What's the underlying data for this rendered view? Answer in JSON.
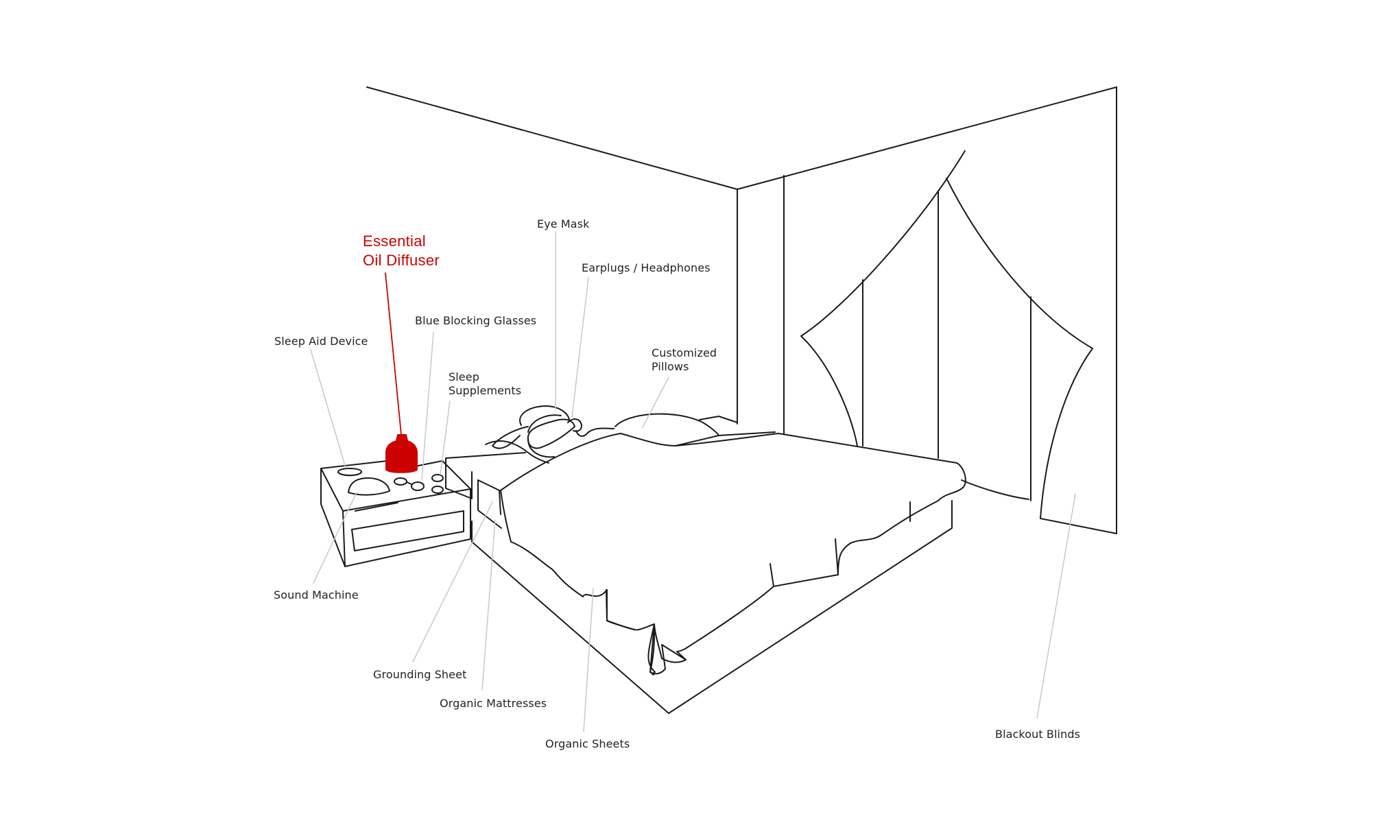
{
  "colors": {
    "line": "#1a1a1a",
    "leader": "#c8c8c8",
    "highlight": "#cc0000"
  },
  "highlight": {
    "label": "Essential\nOil Diffuser",
    "icon": "diffuser-icon"
  },
  "labels": {
    "eye_mask": "Eye Mask",
    "earplugs": "Earplugs / Headphones",
    "blue_glasses": "Blue Blocking Glasses",
    "sleep_aid": "Sleep Aid Device",
    "supplements": "Sleep\nSupplements",
    "pillows": "Customized\nPillows",
    "sound_machine": "Sound Machine",
    "grounding_sheet": "Grounding Sheet",
    "organic_mattresses": "Organic Mattresses",
    "organic_sheets": "Organic Sheets",
    "blackout_blinds": "Blackout Blinds"
  }
}
